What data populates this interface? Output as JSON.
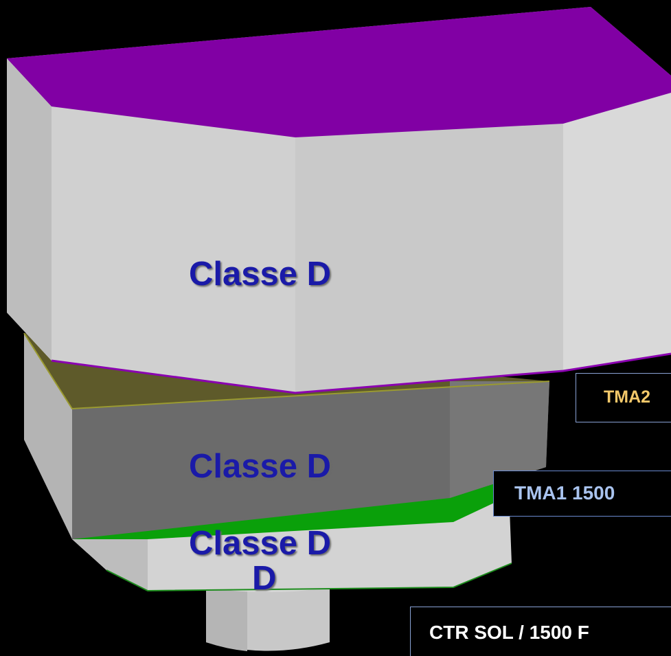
{
  "diagram": {
    "layers": [
      {
        "id": "tma2-volume",
        "class_label": "Classe D",
        "top_color": "#8100a4",
        "side_color": "#cfcfcf"
      },
      {
        "id": "tma1-volume",
        "class_label": "Classe D",
        "top_color": "#5e5a2a",
        "side_color": "#6b6b6b"
      },
      {
        "id": "lower-slab",
        "class_label": "Classe D",
        "top_color": "#0aa00a",
        "side_color": "#d3d3d3"
      },
      {
        "id": "ctr-cylinder",
        "class_label": "D",
        "side_color": "#c8c8c8"
      }
    ],
    "tags": {
      "tma2": "TMA2",
      "tma1": "TMA1 1500",
      "ctr": "CTR SOL / 1500 F"
    },
    "colors": {
      "background": "#000000",
      "class_text": "#1a1aa8",
      "tma2_text": "#f3c86a",
      "tma1_text": "#a9c3ee",
      "ctr_text": "#ffffff"
    }
  }
}
